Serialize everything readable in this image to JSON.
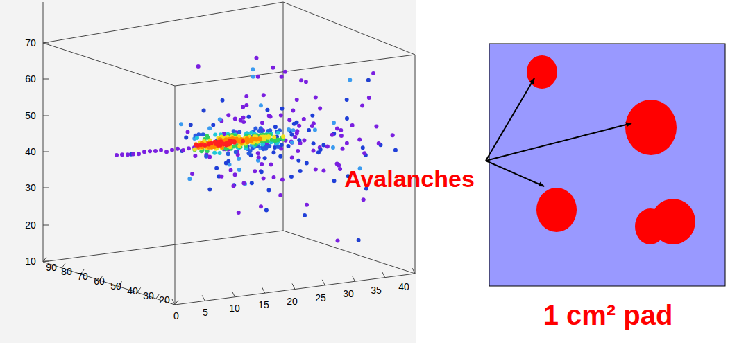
{
  "diagram": {
    "labels": [
      "70",
      "60",
      "50",
      "40",
      "30",
      "20",
      "10",
      "90",
      "80",
      "70",
      "60",
      "50",
      "40",
      "30",
      "20",
      "0",
      "5",
      "10",
      "15",
      "20",
      "25",
      "30",
      "35",
      "40",
      "Avalanches",
      "1 cm² pad"
    ]
  }
}
